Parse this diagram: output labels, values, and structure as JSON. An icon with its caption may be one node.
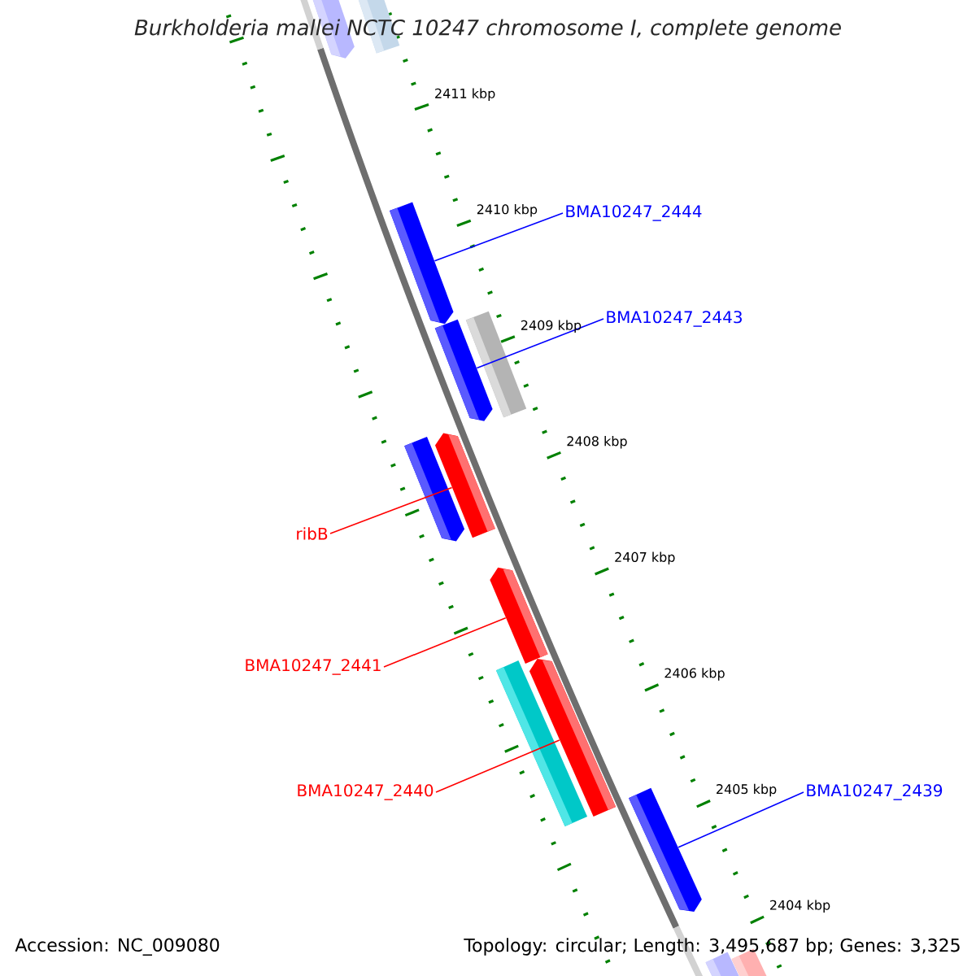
{
  "diagram": {
    "title": "Burkholderia mallei NCTC 10247 chromosome I, complete genome",
    "nodes": [
      {
        "text": [
          "BMA10247_2444"
        ]
      },
      {
        "text": [
          "BMA10247_2443"
        ]
      },
      {
        "text": [
          "ribB"
        ]
      },
      {
        "text": [
          "BMA10247_2441"
        ]
      },
      {
        "text": [
          "BMA10247_2440"
        ]
      },
      {
        "text": [
          "BMA10247_2439"
        ]
      },
      {
        "text": [],
        "shape": "bar"
      },
      {
        "text": [],
        "shape": "box"
      },
      {
        "text": [],
        "shape": "bar"
      },
      {
        "text": [],
        "shape": "box"
      },
      {
        "text": [],
        "shape": "bar"
      },
      {
        "text": [],
        "shape": "bar"
      },
      {
        "text": [],
        "shape": "bar"
      },
      {
        "text": [],
        "shape": "bar"
      },
      {
        "text": [],
        "shape": "bar"
      },
      {
        "text": [],
        "shape": "box"
      },
      {
        "text": [],
        "shape": "bar"
      },
      {
        "text": [],
        "shape": "box"
      },
      {
        "text": [],
        "shape": "box"
      }
    ],
    "edges": [
      {
        "from": 0,
        "to": 8,
        "arrow": "none",
        "color": "#0000ff"
      },
      {
        "from": 1,
        "to": 10,
        "arrow": "none",
        "color": "#0000ff"
      },
      {
        "from": 2,
        "to": 11,
        "arrow": "none",
        "color": "#ff0000"
      },
      {
        "from": 3,
        "to": 13,
        "arrow": "none",
        "color": "#ff0000"
      },
      {
        "from": 4,
        "to": 14,
        "arrow": "none",
        "color": "#ff0000"
      },
      {
        "from": 5,
        "to": 16,
        "arrow": "none",
        "color": "#0000ff"
      }
    ],
    "labels": [
      "2411 kbp",
      "2410 kbp",
      "2409 kbp",
      "2408 kbp",
      "2407 kbp",
      "2406 kbp",
      "2405 kbp",
      "2404 kbp",
      "Accession: NC_009080",
      "Topology: circular; Length: 3,495,687 bp; Genes: 3,325"
    ]
  }
}
